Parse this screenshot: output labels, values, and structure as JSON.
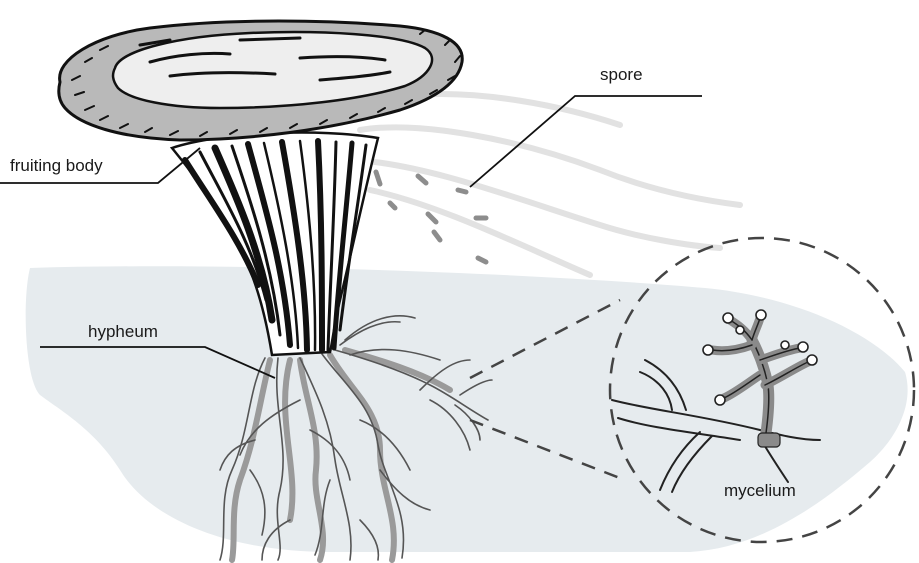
{
  "diagram": {
    "labels": {
      "fruiting_body": "fruiting body",
      "spore": "spore",
      "hypheum": "hypheum",
      "mycelium": "mycelium"
    },
    "colors": {
      "ink": "#111111",
      "cap_fill": "#b9b9b9",
      "cap_light": "#eeeeee",
      "ground": "#e6ebee",
      "hypha_gray": "#8f8f8f",
      "hypha_dark": "#555555",
      "wind": "#e4e4e4"
    }
  }
}
